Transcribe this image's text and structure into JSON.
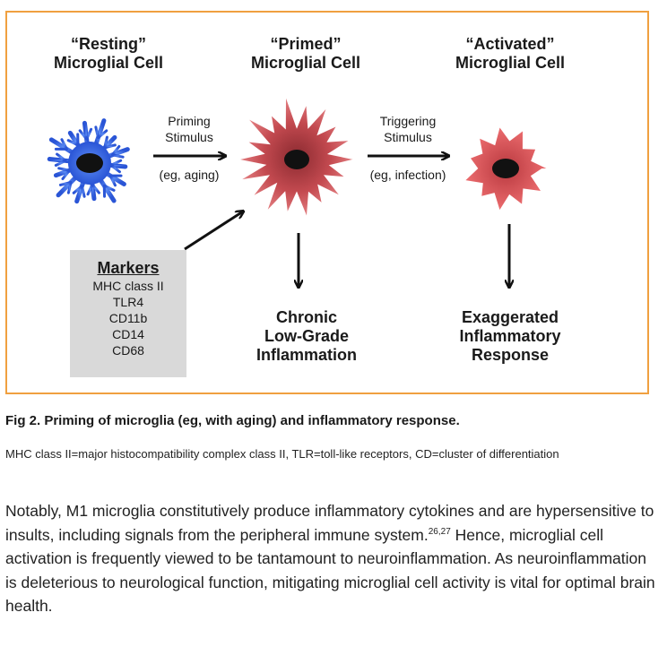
{
  "figure": {
    "stages": [
      {
        "line1": "“Resting”",
        "line2": "Microglial Cell"
      },
      {
        "line1": "“Primed”",
        "line2": "Microglial Cell"
      },
      {
        "line1": "“Activated”",
        "line2": "Microglial Cell"
      }
    ],
    "arrow_labels": {
      "priming": {
        "line1": "Priming",
        "line2": "Stimulus",
        "example": "(eg, aging)"
      },
      "triggering": {
        "line1": "Triggering",
        "line2": "Stimulus",
        "example": "(eg, infection)"
      }
    },
    "markers": {
      "title": "Markers",
      "items": [
        "MHC class II",
        "TLR4",
        "CD11b",
        "CD14",
        "CD68"
      ]
    },
    "outcomes": {
      "chronic": {
        "line1": "Chronic",
        "line2": "Low-Grade",
        "line3": "Inflammation"
      },
      "exaggerated": {
        "line1": "Exaggerated",
        "line2": "Inflammatory",
        "line3": "Response"
      }
    },
    "colors": {
      "frame_border": "#f0a040",
      "resting_cell": "#3a6de6",
      "primed_cell": "#c9474b",
      "activated_cell": "#e05a5e",
      "nucleus": "#111111",
      "markers_box": "#d9d9d9"
    }
  },
  "caption": {
    "title": "Fig 2. Priming of microglia (eg, with aging) and inflammatory response.",
    "note": "MHC class II=major histocompatibility complex class II, TLR=toll-like receptors, CD=cluster of differentiation"
  },
  "body": {
    "part1": "Notably, M1 microglia constitutively produce inflammatory cytokines and are hypersensitive to insults, including signals from the peripheral immune system.",
    "citation": "26,27",
    "part2": " Hence, microglial cell activation is frequently viewed to be tantamount to neuroinflammation. As neuroinflammation is deleterious to neurological function, mitigating microglial cell activity is vital for optimal brain health."
  }
}
